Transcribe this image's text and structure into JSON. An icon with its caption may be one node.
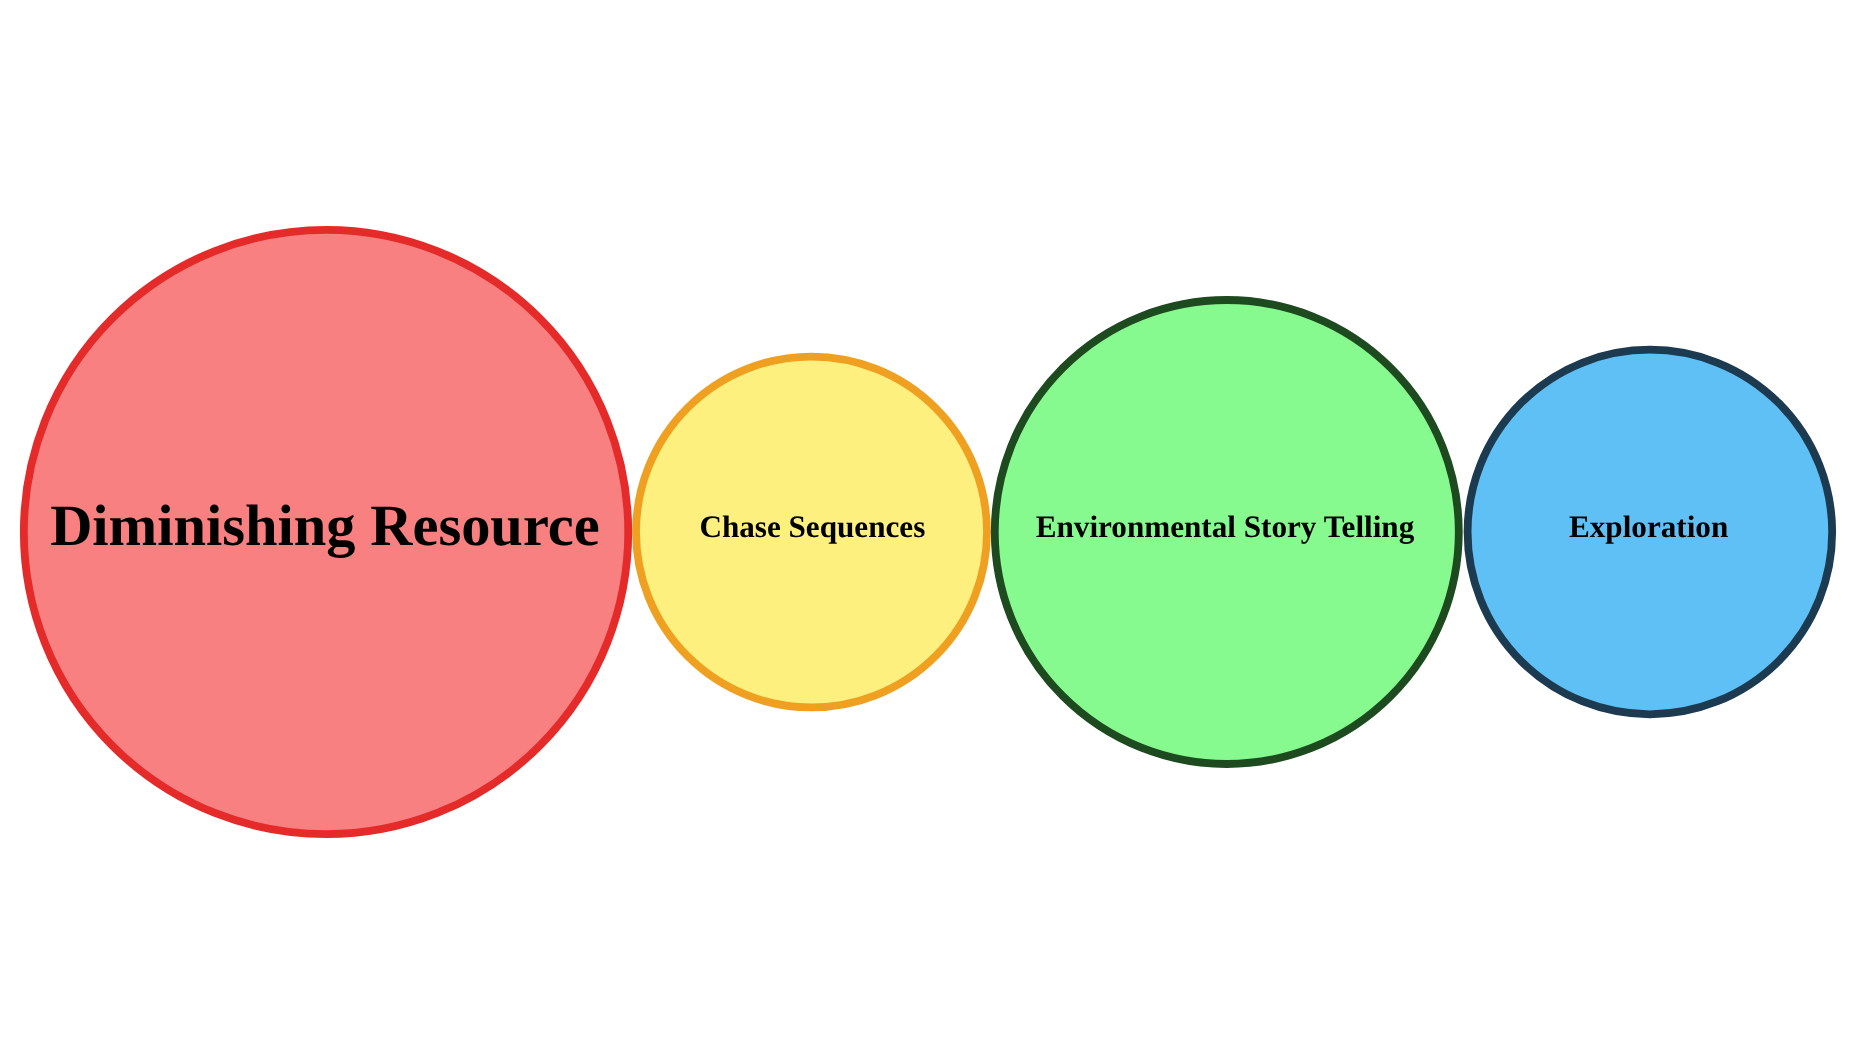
{
  "diagram": {
    "nodes": [
      {
        "text": [
          "Diminishing Resource"
        ]
      },
      {
        "text": [
          "Chase Sequences"
        ]
      },
      {
        "text": [
          "Environmental Story Telling"
        ]
      },
      {
        "text": [
          "Exploration"
        ]
      }
    ]
  }
}
